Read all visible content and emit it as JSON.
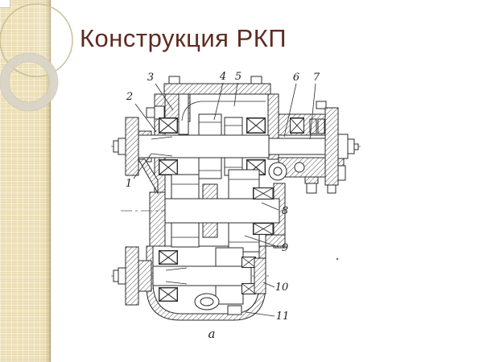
{
  "slide": {
    "title": "Конструкция РКП",
    "colors": {
      "background": "#FFFFFF",
      "title": "#5E2B21",
      "sidebar": "#EFE2BA",
      "sidebar_ring": "#D8D4C6",
      "drawing_stroke": "#2B2B2B"
    }
  },
  "drawing": {
    "caption": "а",
    "callouts": [
      {
        "number": "1"
      },
      {
        "number": "2"
      },
      {
        "number": "3"
      },
      {
        "number": "4"
      },
      {
        "number": "5"
      },
      {
        "number": "6"
      },
      {
        "number": "7"
      },
      {
        "number": "8"
      },
      {
        "number": "9"
      },
      {
        "number": "10"
      },
      {
        "number": "11"
      }
    ]
  }
}
